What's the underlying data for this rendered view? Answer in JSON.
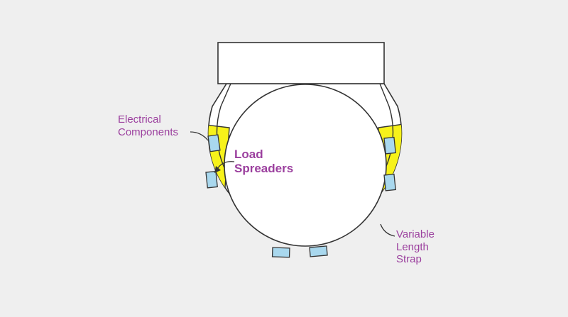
{
  "labels": {
    "electrical_components": "Electrical\nComponents",
    "load_spreaders": "Load\nSpreaders",
    "variable_length_strap": "Variable\nLength\nStrap"
  },
  "colors": {
    "label": "#9b3f9e",
    "spreader": "#f7f21a",
    "component": "#a9d8ee",
    "outline": "#333333",
    "background": "#efefef",
    "fill": "#ffffff"
  }
}
